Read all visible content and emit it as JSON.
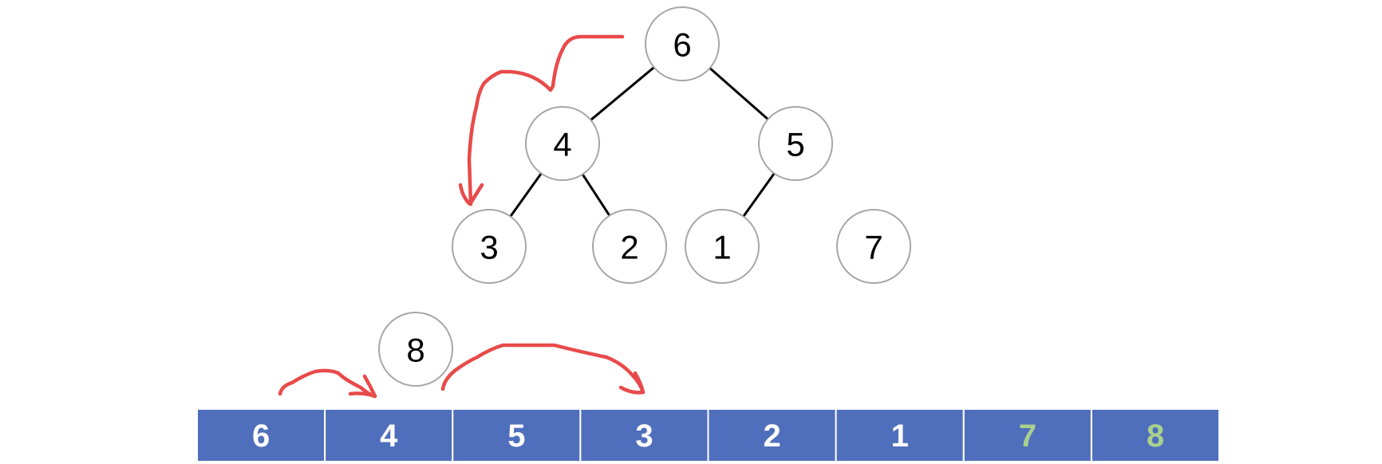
{
  "colors": {
    "array_fill": "#4f6fbc",
    "array_text": "#ffffff",
    "array_text_sorted": "#a9d18e",
    "arrow": "#e84a4a",
    "node_stroke": "#a6a6a6",
    "edge": "#000000"
  },
  "tree": {
    "nodes": [
      {
        "id": "n-root",
        "label": "6"
      },
      {
        "id": "n-left",
        "label": "4"
      },
      {
        "id": "n-right",
        "label": "5"
      },
      {
        "id": "n-ll",
        "label": "3"
      },
      {
        "id": "n-lr",
        "label": "2"
      },
      {
        "id": "n-rl",
        "label": "1"
      },
      {
        "id": "n-detached",
        "label": "7"
      },
      {
        "id": "n-floating",
        "label": "8"
      }
    ],
    "edges": [
      {
        "from": "n-root",
        "to": "n-left"
      },
      {
        "from": "n-root",
        "to": "n-right"
      },
      {
        "from": "n-left",
        "to": "n-ll"
      },
      {
        "from": "n-left",
        "to": "n-lr"
      },
      {
        "from": "n-right",
        "to": "n-rl"
      }
    ]
  },
  "array": {
    "cells": [
      {
        "label": "6",
        "sorted": false
      },
      {
        "label": "4",
        "sorted": false
      },
      {
        "label": "5",
        "sorted": false
      },
      {
        "label": "3",
        "sorted": false
      },
      {
        "label": "2",
        "sorted": false
      },
      {
        "label": "1",
        "sorted": false
      },
      {
        "label": "7",
        "sorted": true
      },
      {
        "label": "8",
        "sorted": true
      }
    ]
  }
}
